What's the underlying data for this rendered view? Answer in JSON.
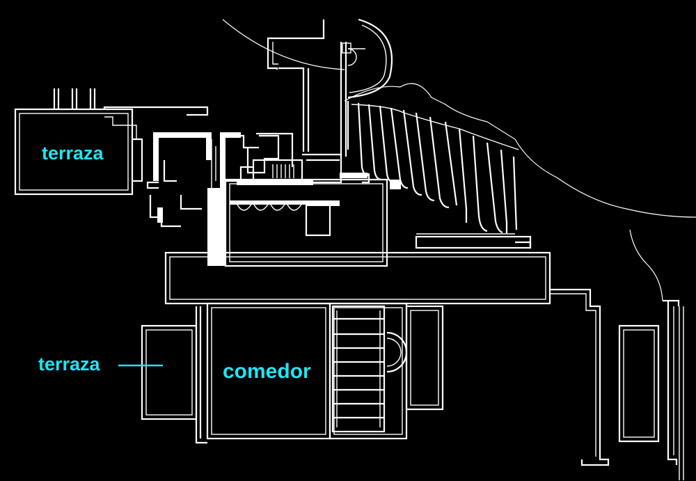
{
  "labels": {
    "terrace_upper": "terraza",
    "terrace_lower": "terraza",
    "dining": "comedor"
  },
  "colors": {
    "background": "#000000",
    "lines": "#ffffff",
    "labels": "#22e4f2"
  }
}
